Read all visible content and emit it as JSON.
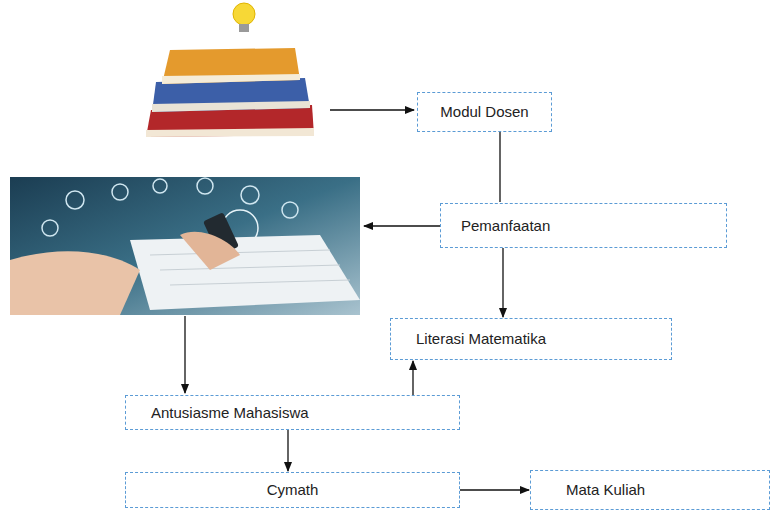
{
  "diagram": {
    "nodes": [
      {
        "text": [
          "Modul Dosen"
        ]
      },
      {
        "text": [
          "Pemanfaatan"
        ]
      },
      {
        "text": [
          "Literasi Matematika"
        ]
      },
      {
        "text": [
          "Antusiasme Mahasiswa"
        ]
      },
      {
        "text": [
          "Cymath"
        ]
      },
      {
        "text": [
          "Mata Kuliah"
        ]
      }
    ],
    "edges": [
      {
        "from": 0,
        "to": 1,
        "arrow": "none"
      },
      {
        "from": 1,
        "to": 2,
        "arrow": "to"
      },
      {
        "from": 3,
        "to": 2,
        "arrow": "to"
      },
      {
        "from": 3,
        "to": 4,
        "arrow": "to"
      },
      {
        "from": 4,
        "to": 5,
        "arrow": "to"
      }
    ]
  }
}
